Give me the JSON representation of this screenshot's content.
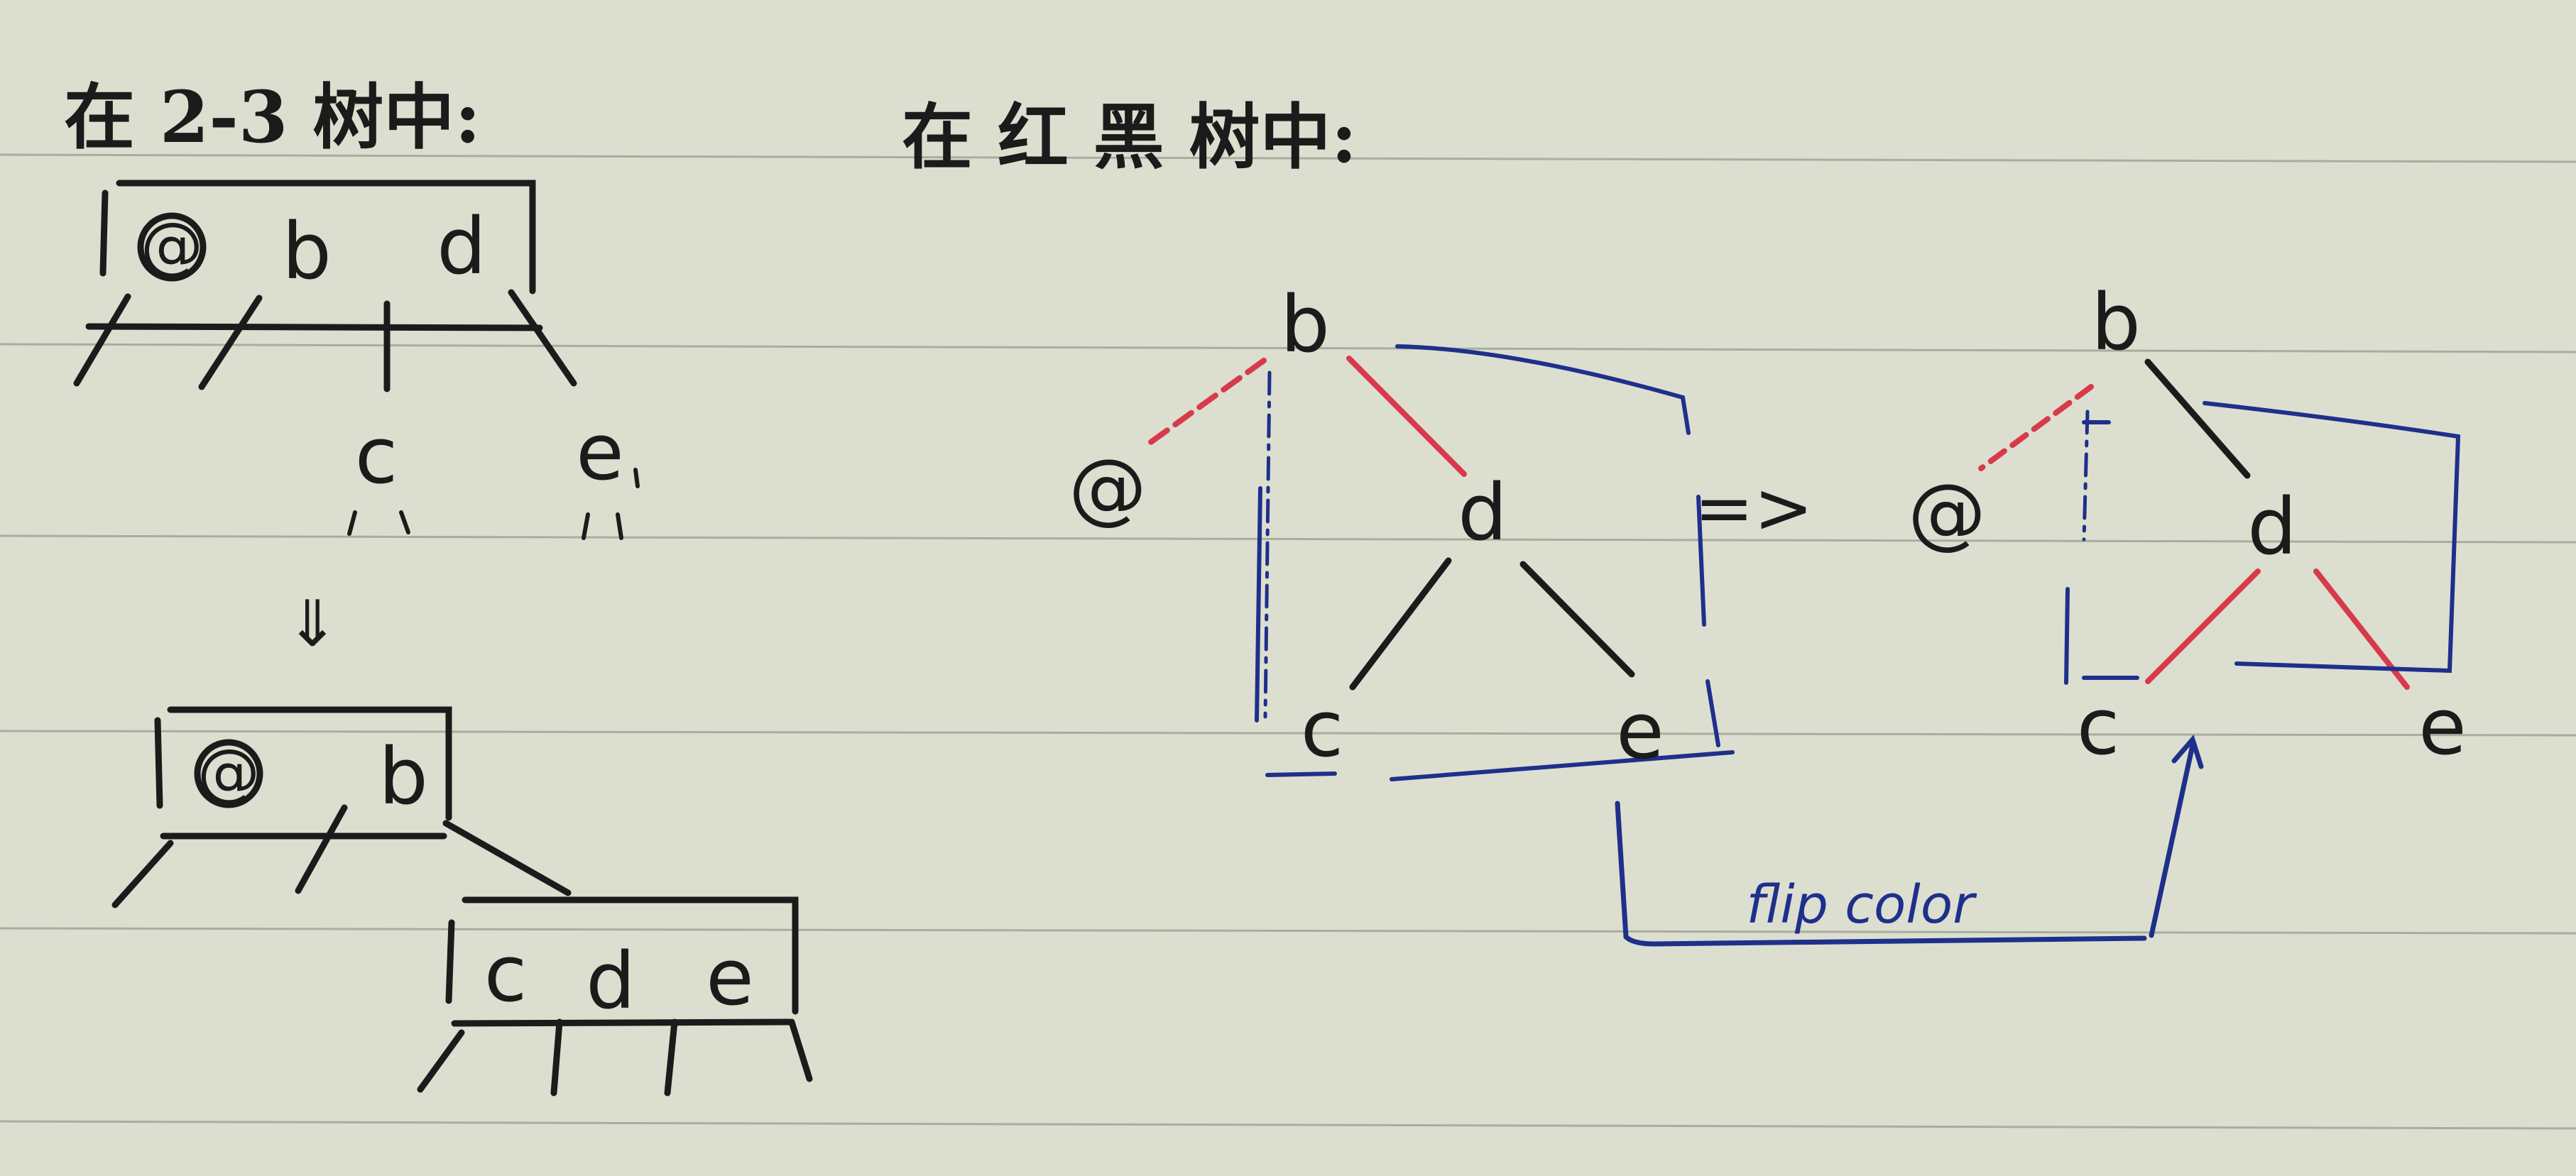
{
  "colors": {
    "paper": "#dcdfcf",
    "rule": "#7f8578",
    "ink": "#1b1b1b",
    "red": "#d83a4c",
    "blue": "#1f2f8c"
  },
  "headings": {
    "left": "在 2-3 树中:",
    "right": "在 红 黑 树中:"
  },
  "tree23": {
    "top_keys": [
      "@",
      "b",
      "d"
    ],
    "children": [
      "c",
      "e"
    ],
    "down_arrow": "⇓",
    "merged_top_keys": [
      "@",
      "b"
    ],
    "merged_child_keys": [
      "c",
      "d",
      "e"
    ]
  },
  "rbtree": {
    "before": {
      "root": "b",
      "left": "@",
      "right": "d",
      "right_left": "c",
      "right_right": "e"
    },
    "arrow": "=>",
    "after": {
      "root": "b",
      "left": "@",
      "right": "d",
      "right_left": "c",
      "right_right": "e"
    },
    "flip_label": "flip color"
  }
}
